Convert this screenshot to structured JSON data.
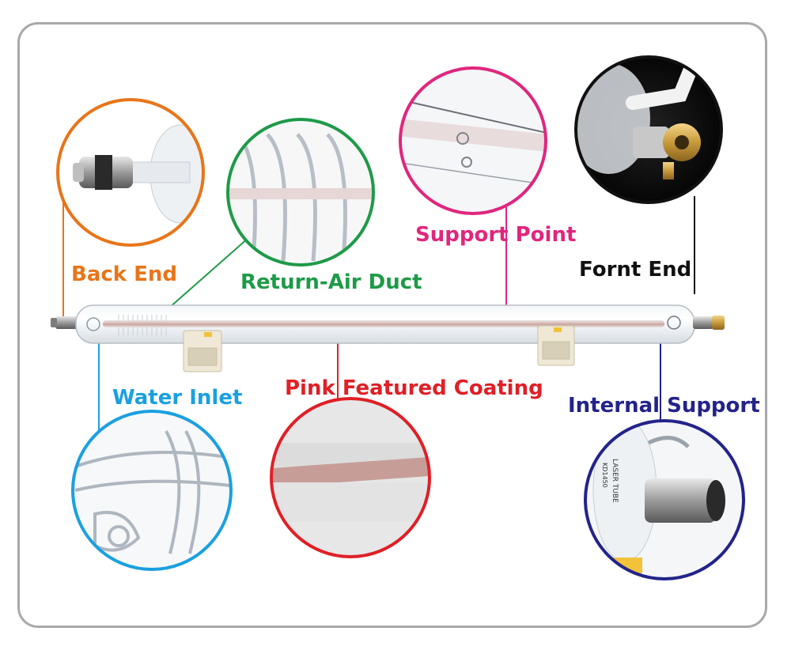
{
  "labels": {
    "back_end": "Back End",
    "return_air_duct": "Return-Air Duct",
    "support_point": "Support Point",
    "front_end": "Fornt End",
    "water_inlet": "Water Inlet",
    "pink_coating": "Pink Featured Coating",
    "internal_support": "Internal Support"
  },
  "callout_colors": {
    "back_end": "#e8751a",
    "return_air_duct": "#1e9a48",
    "support_point": "#e0267e",
    "front_end": "#111111",
    "water_inlet": "#1aa0e0",
    "pink_coating": "#e01f26",
    "internal_support": "#23238a"
  },
  "tube_print": {
    "line1": "LASER TUBE",
    "line2": "KD1450"
  }
}
